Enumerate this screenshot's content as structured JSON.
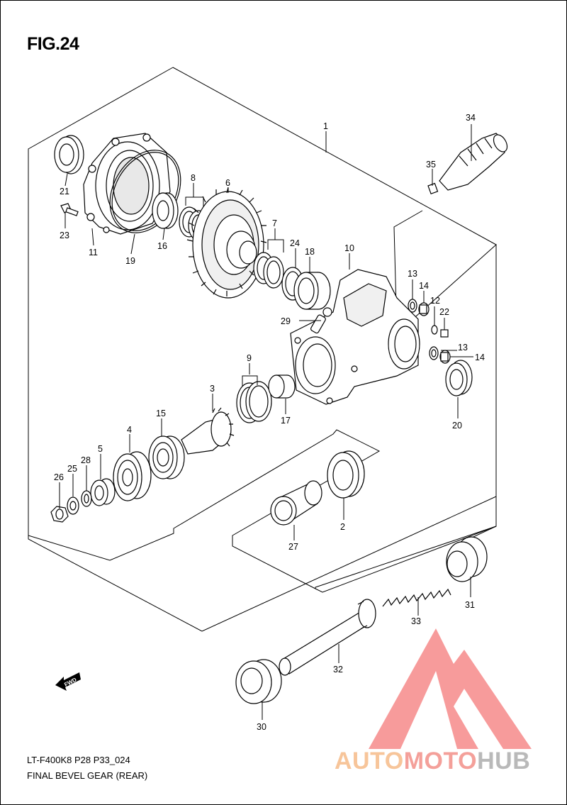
{
  "figure": {
    "title": "FIG.24",
    "model_code": "LT-F400K8 P28 P33_024",
    "diagram_title": "FINAL BEVEL GEAR (REAR)",
    "fwd_label": "FWD"
  },
  "watermark": {
    "part_1": "AUTO",
    "part_2": "MOTO",
    "part_3": "HUB"
  },
  "callouts": [
    {
      "id": "c1",
      "label": "1"
    },
    {
      "id": "c2",
      "label": "2"
    },
    {
      "id": "c3",
      "label": "3"
    },
    {
      "id": "c4",
      "label": "4"
    },
    {
      "id": "c5",
      "label": "5"
    },
    {
      "id": "c6",
      "label": "6"
    },
    {
      "id": "c7",
      "label": "7"
    },
    {
      "id": "c8",
      "label": "8"
    },
    {
      "id": "c9",
      "label": "9"
    },
    {
      "id": "c10",
      "label": "10"
    },
    {
      "id": "c11",
      "label": "11"
    },
    {
      "id": "c12",
      "label": "12"
    },
    {
      "id": "c13a",
      "label": "13"
    },
    {
      "id": "c13b",
      "label": "13"
    },
    {
      "id": "c14a",
      "label": "14"
    },
    {
      "id": "c14b",
      "label": "14"
    },
    {
      "id": "c15",
      "label": "15"
    },
    {
      "id": "c16",
      "label": "16"
    },
    {
      "id": "c17",
      "label": "17"
    },
    {
      "id": "c18",
      "label": "18"
    },
    {
      "id": "c19",
      "label": "19"
    },
    {
      "id": "c20",
      "label": "20"
    },
    {
      "id": "c21",
      "label": "21"
    },
    {
      "id": "c22",
      "label": "22"
    },
    {
      "id": "c23",
      "label": "23"
    },
    {
      "id": "c24",
      "label": "24"
    },
    {
      "id": "c25",
      "label": "25"
    },
    {
      "id": "c26",
      "label": "26"
    },
    {
      "id": "c27",
      "label": "27"
    },
    {
      "id": "c28",
      "label": "28"
    },
    {
      "id": "c29",
      "label": "29"
    },
    {
      "id": "c30",
      "label": "30"
    },
    {
      "id": "c31",
      "label": "31"
    },
    {
      "id": "c32",
      "label": "32"
    },
    {
      "id": "c33",
      "label": "33"
    },
    {
      "id": "c34",
      "label": "34"
    },
    {
      "id": "c35",
      "label": "35"
    }
  ]
}
